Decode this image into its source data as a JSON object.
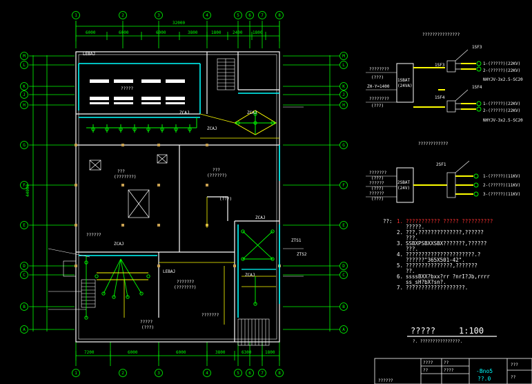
{
  "colors": {
    "background": "#000000",
    "dimension": "#00ff00",
    "wall": "#ffffff",
    "cable": "#00ffff",
    "lamp": "#ffff00",
    "note_red": "#ff3030"
  },
  "plan": {
    "dim_top_total": "32000",
    "dim_top_segments": [
      "6000",
      "6000",
      "6000",
      "3800",
      "1800",
      "2400",
      "1800"
    ],
    "dim_bottom_segments": [
      "7200",
      "6000",
      "6000",
      "3800",
      "6300",
      "1800"
    ],
    "dim_left_total": "44000",
    "axis_top": [
      "1",
      "2",
      "3",
      "4",
      "5",
      "6",
      "7",
      "8"
    ],
    "axis_bottom": [
      "1",
      "2",
      "3",
      "4",
      "5",
      "6",
      "7",
      "8"
    ],
    "axis_left": [
      "M",
      "L",
      "K",
      "J",
      "H",
      "G",
      "F",
      "E",
      "D",
      "C",
      "B",
      "A"
    ],
    "axis_right": [
      "M",
      "L",
      "K",
      "J",
      "H",
      "G",
      "F",
      "E",
      "D",
      "C",
      "B",
      "A"
    ],
    "rooms": [
      {
        "label": "?????"
      },
      {
        "label": "???"
      },
      {
        "label": "(???????)"
      },
      {
        "label": "???"
      },
      {
        "label": "(??????)"
      },
      {
        "label": "(???)"
      },
      {
        "label": "???????"
      },
      {
        "label": "(???????)"
      },
      {
        "label": "?????"
      },
      {
        "label": "(???)"
      },
      {
        "label": "???????"
      }
    ],
    "tags": [
      "ZCAJ",
      "ZCAJ",
      "ZCAJ",
      "ZCAJ",
      "ZCAJ",
      "ZCAJ",
      "LEBAJ",
      "LEBAJ",
      "ZTS1",
      "ZTS2",
      "??????"
    ]
  },
  "system": {
    "title_1": "???????????????",
    "title_2": "????????????",
    "panel_1_label": "1SBAT",
    "panel_1_sub": "(24VA)",
    "panel_2_label": "2SBAT",
    "panel_2_sub": "(24V)",
    "inputs_1": [
      "????????",
      "(???)",
      "ZH-Y=1400",
      "????????",
      "(???)"
    ],
    "inputs_2": [
      "???????",
      "(???)",
      "??????",
      "(???)",
      "??????",
      "(???)"
    ],
    "outputs_1": [
      "1-(?????)(22KV)",
      "2-(?????)(22KV)",
      "1-(?????)(22KV)",
      "2-(?????)(22KV)"
    ],
    "outputs_2": [
      "1-(?????)(11KV)",
      "2-(?????)(11KV)",
      "3-(?????)(11KV)"
    ],
    "branch_codes": [
      "1SF3",
      "1SF3",
      "1SF4",
      "1SF4",
      "2SF1"
    ],
    "cable_notes": [
      "NHYJV-3x2.5-SC20",
      "NHYJV-3x2.5-SC20"
    ]
  },
  "notes": {
    "heading": "??:",
    "items": [
      {
        "num": "1.",
        "text": "??????????? ????? ??????????",
        "text2": "?????."
      },
      {
        "num": "2.",
        "text": "???,??????????????,??????",
        "text2": "???."
      },
      {
        "num": "3.",
        "text": "SSBXPSBXXSBX???????,??????",
        "text2": "???."
      },
      {
        "num": "4.",
        "text": "??????????????????????.?",
        "text2": "??????\"365X501-42\"."
      },
      {
        "num": "5.",
        "text": "???????????????,???????",
        "text2": "??."
      },
      {
        "num": "6.",
        "text": "ssssBXX?bxx?rr ?nrI?Jb,rrrr",
        "text2": "ss_sH?bX?sn?."
      },
      {
        "num": "7.",
        "text": "???????????????????.",
        "text2": ""
      }
    ]
  },
  "scale_title": {
    "name": "?????",
    "scale": "1:100",
    "subtitle": "?. ????????????????."
  },
  "title_block": {
    "cells": [
      "????",
      "??",
      "??",
      "????",
      "-Bno5",
      "??.0",
      "???",
      "??"
    ],
    "footer": "??????"
  }
}
